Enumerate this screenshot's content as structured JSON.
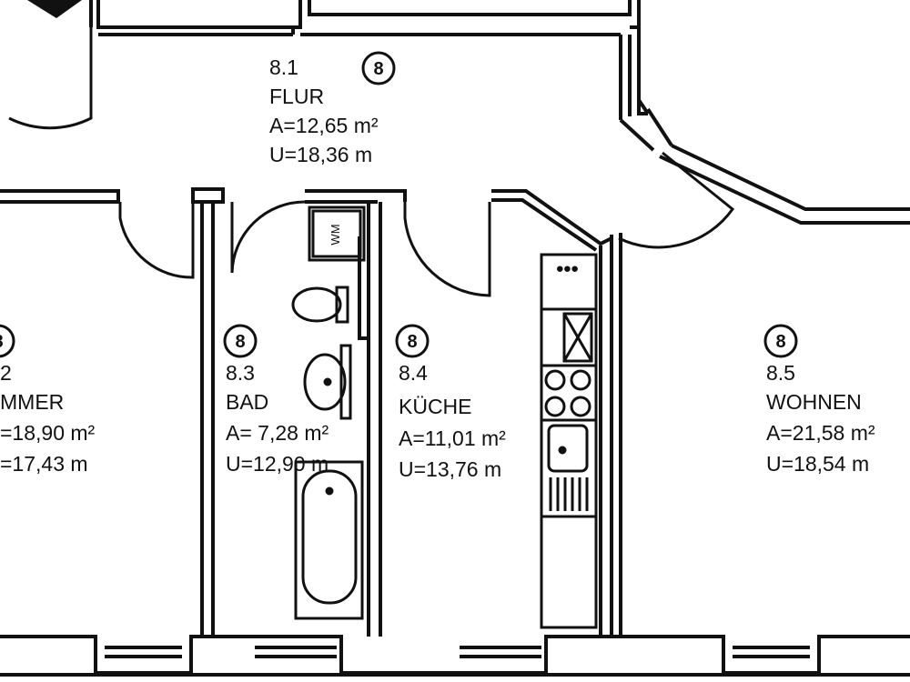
{
  "rooms": [
    {
      "id": "8.1",
      "marker": "8",
      "name": "FLUR",
      "area": "A=12,65 m²",
      "perimeter": "U=18,36 m"
    },
    {
      "id": "2",
      "marker": "8",
      "name": "MMER",
      "area": "=18,90 m²",
      "perimeter": "=17,43 m"
    },
    {
      "id": "8.3",
      "marker": "8",
      "name": "BAD",
      "area": "A=  7,28 m²",
      "perimeter": "U=12,90 m"
    },
    {
      "id": "8.4",
      "marker": "8",
      "name": "KÜCHE",
      "area": "A=11,01 m²",
      "perimeter": "U=13,76 m"
    },
    {
      "id": "8.5",
      "marker": "8",
      "name": "WOHNEN",
      "area": "A=21,58 m²",
      "perimeter": "U=18,54 m"
    }
  ],
  "fixtures": {
    "washing_machine": "WM"
  }
}
